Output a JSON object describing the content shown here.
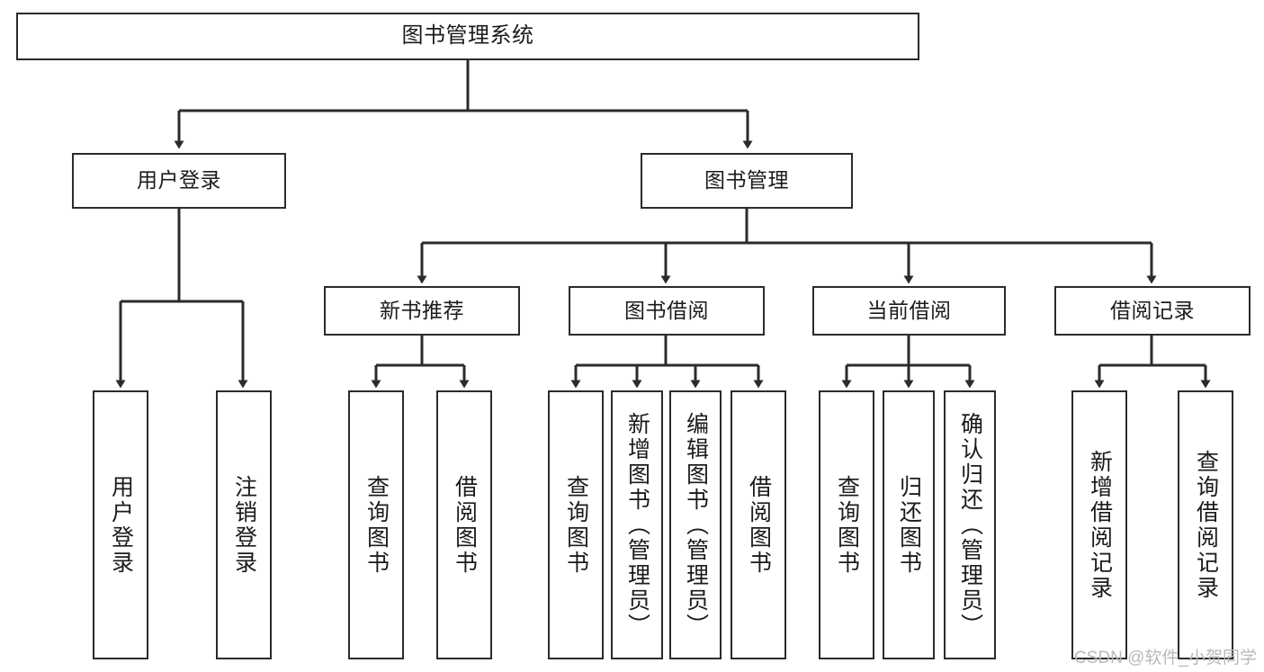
{
  "diagram": {
    "title": "图书管理系统",
    "type": "tree",
    "watermark": "CSDN @软件_小贺同学",
    "colors": {
      "stroke": "#2b2b2b",
      "fill": "#ffffff",
      "text": "#1b1b1b",
      "watermark": "#b9b9b9"
    },
    "nodes": {
      "root": {
        "label": "图书管理系统"
      },
      "level1": [
        {
          "id": "user-login",
          "label": "用户登录"
        },
        {
          "id": "book-manage",
          "label": "图书管理"
        }
      ],
      "level2": [
        {
          "id": "new-book-recommend",
          "label": "新书推荐"
        },
        {
          "id": "book-borrow",
          "label": "图书借阅"
        },
        {
          "id": "current-borrow",
          "label": "当前借阅"
        },
        {
          "id": "borrow-record",
          "label": "借阅记录"
        }
      ],
      "leaves": [
        {
          "id": "leaf-user-login",
          "label": "用户登录"
        },
        {
          "id": "leaf-logout-login",
          "label": "注销登录"
        },
        {
          "id": "leaf-query-book-1",
          "label": "查询图书"
        },
        {
          "id": "leaf-borrow-book-1",
          "label": "借阅图书"
        },
        {
          "id": "leaf-query-book-2",
          "label": "查询图书"
        },
        {
          "id": "leaf-add-book-admin",
          "label": "新增图书（管理员）"
        },
        {
          "id": "leaf-edit-book-admin",
          "label": "编辑图书（管理员）"
        },
        {
          "id": "leaf-borrow-book-2",
          "label": "借阅图书"
        },
        {
          "id": "leaf-query-book-3",
          "label": "查询图书"
        },
        {
          "id": "leaf-return-book",
          "label": "归还图书"
        },
        {
          "id": "leaf-confirm-return-admin",
          "label": "确认归还（管理员）"
        },
        {
          "id": "leaf-add-borrow-record",
          "label": "新增借阅记录"
        },
        {
          "id": "leaf-query-borrow-record",
          "label": "查询借阅记录"
        }
      ]
    }
  }
}
